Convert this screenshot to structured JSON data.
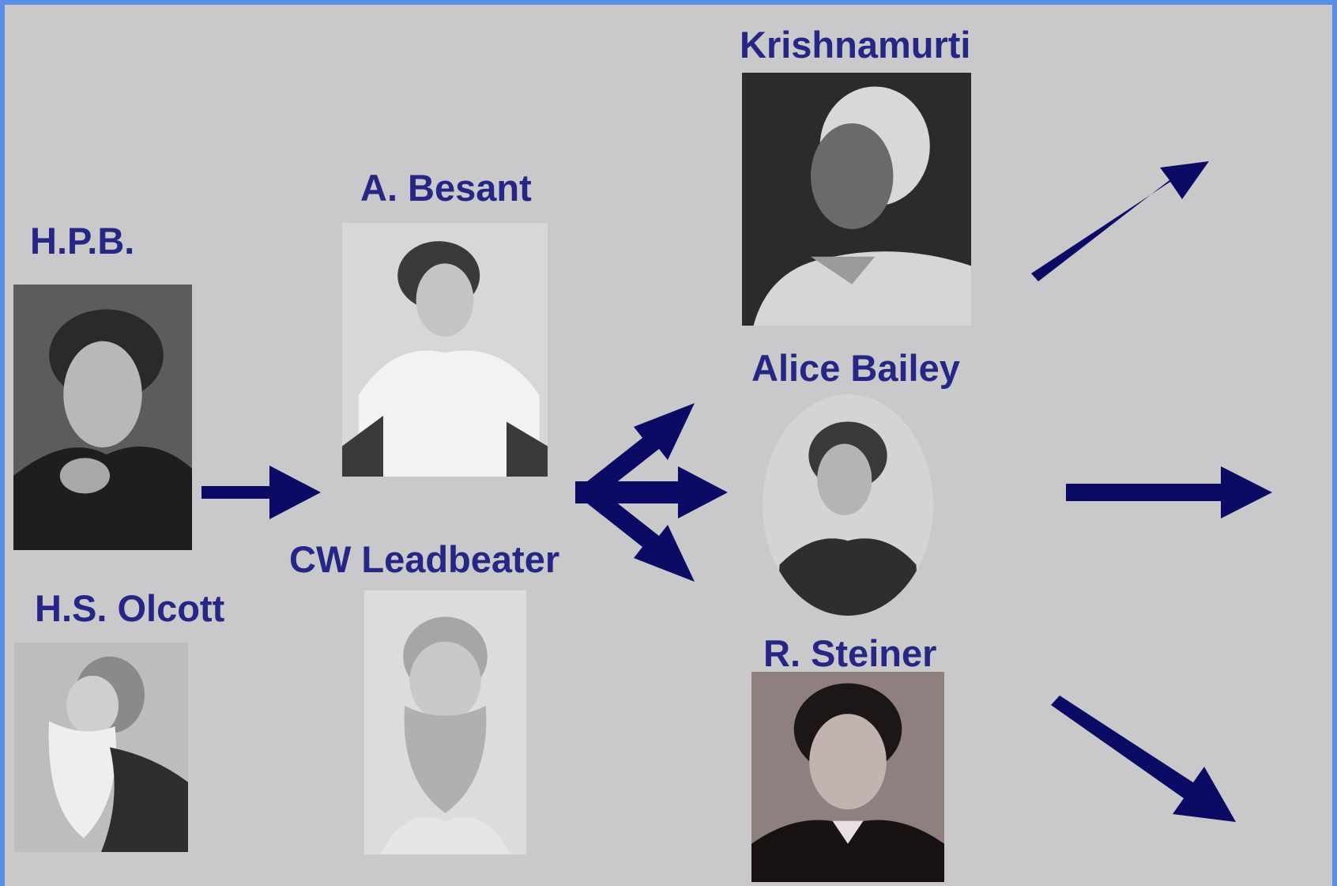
{
  "people": {
    "hpb": {
      "name": "H.P.B."
    },
    "olcott": {
      "name": "H.S. Olcott"
    },
    "besant": {
      "name": "A. Besant"
    },
    "leadbeater": {
      "name": "CW Leadbeater"
    },
    "krishnamurti": {
      "name": "Krishnamurti"
    },
    "bailey": {
      "name": "Alice Bailey"
    },
    "steiner": {
      "name": "R. Steiner"
    }
  },
  "colors": {
    "label": "#262686",
    "arrow": "#0b0b66",
    "background": "#c9c9cb",
    "frame": "#5b8fe6"
  }
}
